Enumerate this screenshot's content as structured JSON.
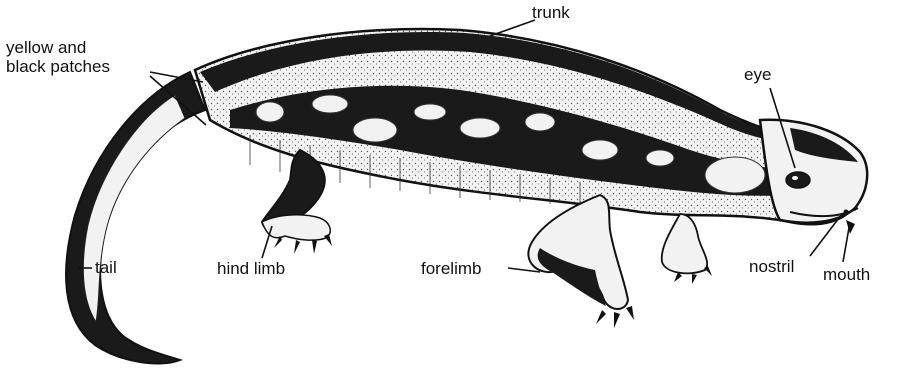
{
  "labels": {
    "patches": "yellow and\nblack patches",
    "trunk": "trunk",
    "eye": "eye",
    "tail": "tail",
    "hind_limb": "hind limb",
    "forelimb": "forelimb",
    "nostril": "nostril",
    "mouth": "mouth"
  },
  "colors": {
    "ink": "#111111",
    "pale": "#f2f2f2",
    "dark": "#1a1a1a"
  }
}
